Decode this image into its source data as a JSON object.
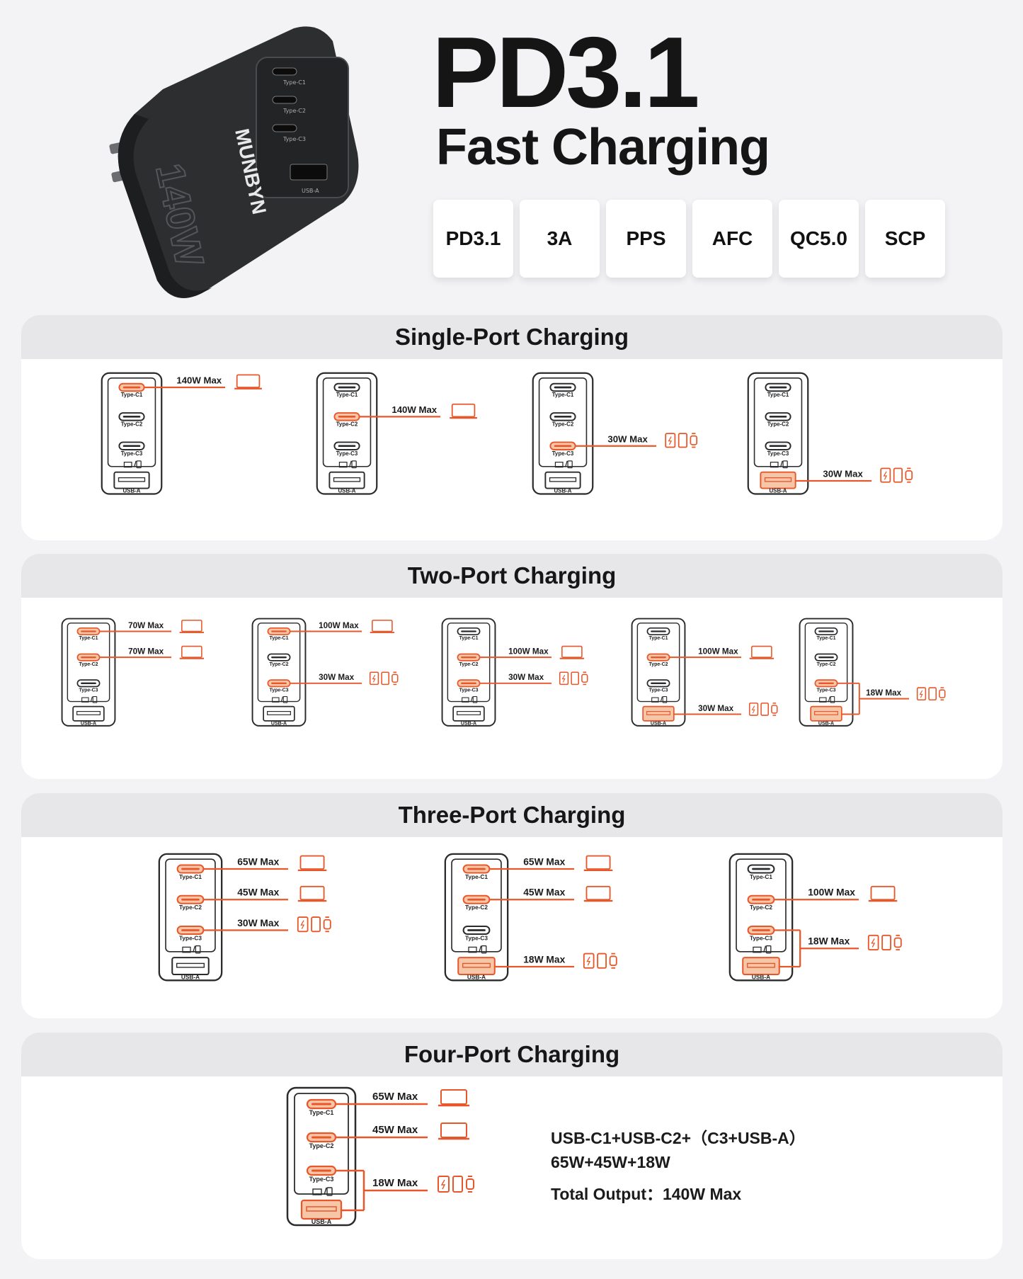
{
  "header": {
    "brand": "MUNBYN",
    "charger_watt": "140W",
    "title": "PD3.1",
    "subtitle": "Fast Charging",
    "protocols": [
      "PD3.1",
      "3A",
      "PPS",
      "AFC",
      "QC5.0",
      "SCP"
    ]
  },
  "colors": {
    "accent": "#e8572a",
    "port_fill": "#f6c6a8",
    "dark": "#2a2b2d"
  },
  "port_labels": [
    "Type-C1",
    "Type-C2",
    "Type-C3",
    "USB-A"
  ],
  "sections": [
    {
      "title": "Single-Port Charging",
      "diagrams": [
        {
          "active": [
            0
          ],
          "lines": [
            {
              "label": "140W Max",
              "device": "laptop",
              "from": [
                0
              ]
            }
          ]
        },
        {
          "active": [
            1
          ],
          "lines": [
            {
              "label": "140W Max",
              "device": "laptop",
              "from": [
                1
              ]
            }
          ]
        },
        {
          "active": [
            2
          ],
          "lines": [
            {
              "label": "30W Max",
              "device": "mobile",
              "from": [
                2
              ]
            }
          ]
        },
        {
          "active": [
            3
          ],
          "lines": [
            {
              "label": "30W Max",
              "device": "mobile",
              "from": [
                3
              ]
            }
          ]
        }
      ]
    },
    {
      "title": "Two-Port Charging",
      "diagrams": [
        {
          "active": [
            0,
            1
          ],
          "lines": [
            {
              "label": "70W Max",
              "device": "laptop",
              "from": [
                0
              ]
            },
            {
              "label": "70W Max",
              "device": "laptop",
              "from": [
                1
              ]
            }
          ]
        },
        {
          "active": [
            0,
            2
          ],
          "lines": [
            {
              "label": "100W Max",
              "device": "laptop",
              "from": [
                0
              ]
            },
            {
              "label": "30W Max",
              "device": "mobile",
              "from": [
                2
              ]
            }
          ]
        },
        {
          "active": [
            1,
            2
          ],
          "lines": [
            {
              "label": "100W Max",
              "device": "laptop",
              "from": [
                1
              ]
            },
            {
              "label": "30W Max",
              "device": "mobile",
              "from": [
                2
              ]
            }
          ]
        },
        {
          "active": [
            1,
            3
          ],
          "lines": [
            {
              "label": "100W Max",
              "device": "laptop",
              "from": [
                1
              ]
            },
            {
              "label": "30W Max",
              "device": "mobile",
              "from": [
                3
              ]
            }
          ]
        },
        {
          "active": [
            2,
            3
          ],
          "lines": [
            {
              "label": "18W Max",
              "device": "mobile",
              "from": [
                2,
                3
              ]
            }
          ]
        }
      ]
    },
    {
      "title": "Three-Port Charging",
      "diagrams": [
        {
          "active": [
            0,
            1,
            2
          ],
          "lines": [
            {
              "label": "65W Max",
              "device": "laptop",
              "from": [
                0
              ]
            },
            {
              "label": "45W Max",
              "device": "laptop",
              "from": [
                1
              ]
            },
            {
              "label": "30W Max",
              "device": "mobile",
              "from": [
                2
              ]
            }
          ]
        },
        {
          "active": [
            0,
            1,
            3
          ],
          "lines": [
            {
              "label": "65W Max",
              "device": "laptop",
              "from": [
                0
              ]
            },
            {
              "label": "45W Max",
              "device": "laptop",
              "from": [
                1
              ]
            },
            {
              "label": "18W Max",
              "device": "mobile",
              "from": [
                3
              ]
            }
          ]
        },
        {
          "active": [
            1,
            2,
            3
          ],
          "lines": [
            {
              "label": "100W Max",
              "device": "laptop",
              "from": [
                1
              ]
            },
            {
              "label": "18W Max",
              "device": "mobile",
              "from": [
                2,
                3
              ]
            }
          ]
        }
      ]
    },
    {
      "title": "Four-Port Charging",
      "diagrams": [
        {
          "active": [
            0,
            1,
            2,
            3
          ],
          "lines": [
            {
              "label": "65W Max",
              "device": "laptop",
              "from": [
                0
              ]
            },
            {
              "label": "45W Max",
              "device": "laptop",
              "from": [
                1
              ]
            },
            {
              "label": "18W Max",
              "device": "mobile",
              "from": [
                2,
                3
              ]
            }
          ]
        }
      ],
      "notes": [
        "USB-C1+USB-C2+（C3+USB-A）",
        "65W+45W+18W",
        "Total Output：140W Max"
      ]
    }
  ]
}
